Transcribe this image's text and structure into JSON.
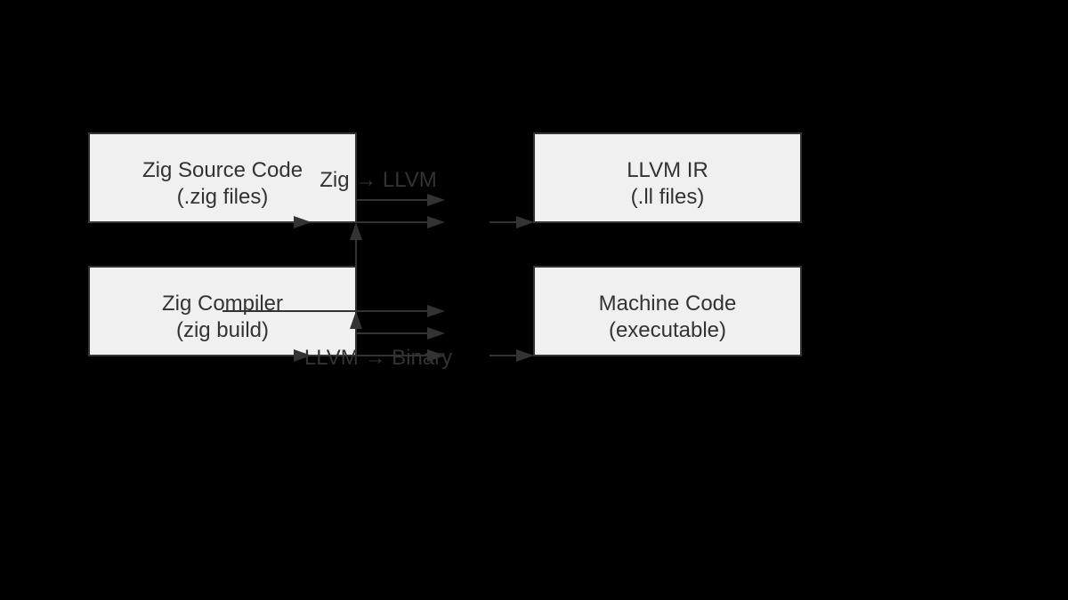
{
  "colors": {
    "background": "#000000",
    "box_fill": "#f0f0f0",
    "box_stroke": "#333333",
    "text": "#333333",
    "arrow": "#333333"
  },
  "nodes": {
    "source": {
      "line1": "Zig Source Code",
      "line2": "(.zig files)"
    },
    "compiler": {
      "line1": "Zig Compiler",
      "line2": "(zig build)"
    },
    "llvm_ir": {
      "line1": "LLVM IR",
      "line2": "(.ll files)"
    },
    "machine_code": {
      "line1": "Machine Code",
      "line2": "(executable)"
    }
  },
  "edges": {
    "zig_to_llvm": {
      "label": "Zig → LLVM"
    },
    "llvm_to_binary": {
      "label": "LLVM → Binary"
    }
  }
}
